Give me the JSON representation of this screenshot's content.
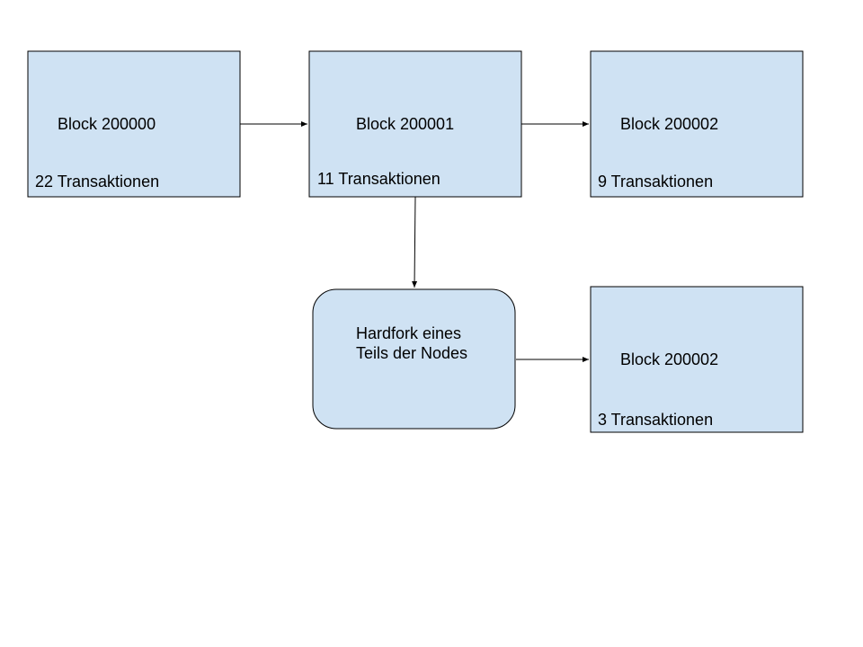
{
  "colors": {
    "node_fill": "#cfe2f3",
    "node_stroke": "#000000",
    "edge": "#000000",
    "background": "#ffffff"
  },
  "nodes": [
    {
      "id": "block-200000",
      "shape": "rectangle",
      "title": "Block 200000",
      "count": "22 Transaktionen"
    },
    {
      "id": "block-200001",
      "shape": "rectangle",
      "title": "Block 200001",
      "count": "11 Transaktionen"
    },
    {
      "id": "block-200002-main",
      "shape": "rectangle",
      "title": "Block 200002",
      "count": "9 Transaktionen"
    },
    {
      "id": "hardfork",
      "shape": "rounded-rectangle",
      "line1": "Hardfork eines",
      "line2": "Teils der Nodes"
    },
    {
      "id": "block-200002-fork",
      "shape": "rectangle",
      "title": "Block 200002",
      "count": "3 Transaktionen"
    }
  ],
  "edges": [
    {
      "from": "block-200000",
      "to": "block-200001"
    },
    {
      "from": "block-200001",
      "to": "block-200002-main"
    },
    {
      "from": "block-200001",
      "to": "hardfork"
    },
    {
      "from": "hardfork",
      "to": "block-200002-fork"
    }
  ]
}
